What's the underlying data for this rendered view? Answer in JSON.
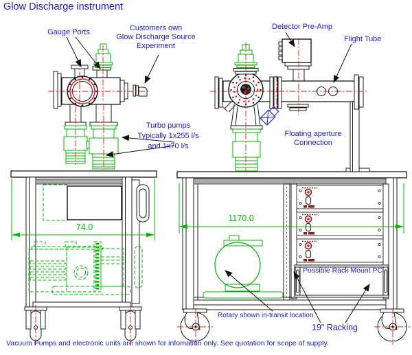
{
  "title": "Glow Discharge instrument",
  "annotations": {
    "gauge_ports": "Gauge Ports",
    "customers_own": "Customers own\nGlow Discharge Source\nExperiment",
    "detector_preamp": "Detector Pre-Amp",
    "flight_tube": "Flight Tube",
    "turbo_pumps": "Turbo pumps\nTypically 1x255 l/s\nand 1x70 l/s",
    "floating_aperture": "Floating aperture\nConnection",
    "rotary_transit": "Rotary shown in-transit location",
    "rack_pc": "Possible Rack Mount PC",
    "racking": "19\" Racking"
  },
  "dimensions": {
    "left_cart_width": "74.0",
    "right_cart_width": "1170.0"
  },
  "footnote": "Vacuum Pumps and electronic units are shown for infomation only.  See quotation for scope of supply.",
  "colors": {
    "annotation_blue": "#1a1ad2",
    "dimension_green": "#00b800",
    "pump_green": "#00b400",
    "centerline_red": "#f01010",
    "rack_maroon": "#8a1a1a",
    "valve_blue": "#2a3fd0",
    "outline_dark": "#1a1a1a"
  }
}
